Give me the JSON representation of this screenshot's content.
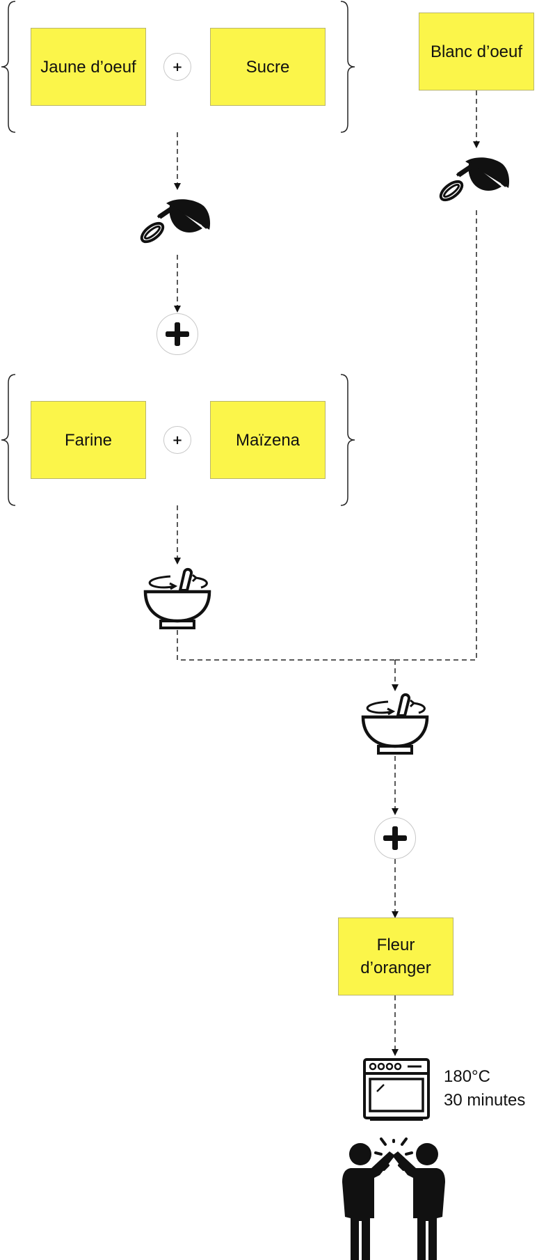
{
  "ingredients": {
    "yolk": "Jaune d’oeuf",
    "sugar": "Sucre",
    "white": "Blanc d’oeuf",
    "flour": "Farine",
    "cornstarch": "Maïzena",
    "orange_blossom_line1": "Fleur",
    "orange_blossom_line2": "d’oranger"
  },
  "operators": {
    "plus": "+"
  },
  "oven": {
    "temperature": "180°C",
    "duration": "30 minutes"
  },
  "icons": [
    "mixer-icon",
    "mixing-bowl-icon",
    "oven-icon",
    "high-five-icon",
    "plus-icon"
  ],
  "colors": {
    "ingredient_fill": "#fbf54a",
    "ingredient_border": "#b9b56a",
    "line": "#111111"
  }
}
